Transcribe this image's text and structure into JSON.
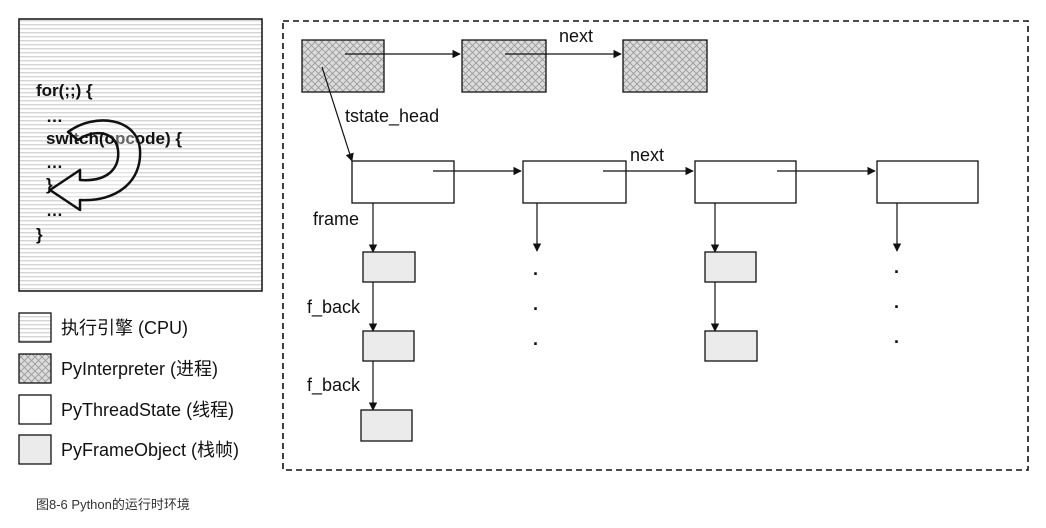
{
  "cpu_code": {
    "lines": [
      "for(;;) {",
      "…",
      "switch(opcode) {",
      "…",
      "}",
      "…",
      "}"
    ]
  },
  "labels": {
    "next_top": "next",
    "tstate_head": "tstate_head",
    "next_mid": "next",
    "frame": "frame",
    "f_back_1": "f_back",
    "f_back_2": "f_back",
    "ellipsis_dot": "."
  },
  "legend": [
    {
      "label": "执行引擎 (CPU)",
      "swatch": "striped"
    },
    {
      "label": "PyInterpreter (进程)",
      "swatch": "crosshatch"
    },
    {
      "label": "PyThreadState (线程)",
      "swatch": "white"
    },
    {
      "label": "PyFrameObject (栈帧)",
      "swatch": "gray"
    }
  ],
  "caption": "图8-6 Python的运行时环境",
  "colors": {
    "frame_fill": "#ebebeb",
    "stripe": "#d6d6d6",
    "hatch_bg": "#dcdcdc",
    "hatch_line": "#9a9a9a",
    "stroke": "#111111"
  }
}
